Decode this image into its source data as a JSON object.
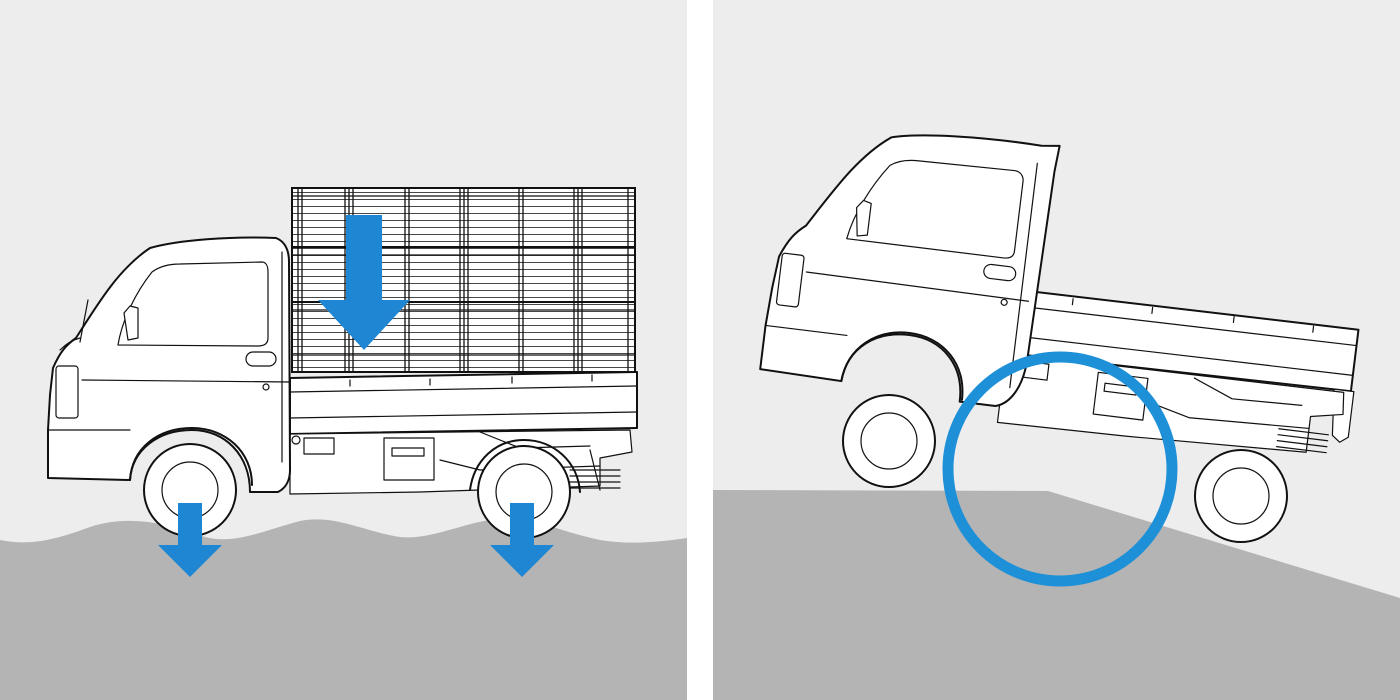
{
  "colors": {
    "sky": "#ededed",
    "ground": "#b4b4b4",
    "arrow": "#1e86d2",
    "highlight_ring": "#1e90d8",
    "divider": "#ffffff",
    "outline": "#111111"
  },
  "panels": [
    {
      "id": "left",
      "scene": "loaded-truck-on-soft-wavy-ground",
      "icons": [
        "load-arrow-icon",
        "wheel-sink-arrow-icon",
        "wheel-sink-arrow-icon"
      ]
    },
    {
      "id": "right",
      "scene": "truck-cresting-slope-underbody-contact",
      "icons": [
        "contact-highlight-ring-icon"
      ]
    }
  ]
}
